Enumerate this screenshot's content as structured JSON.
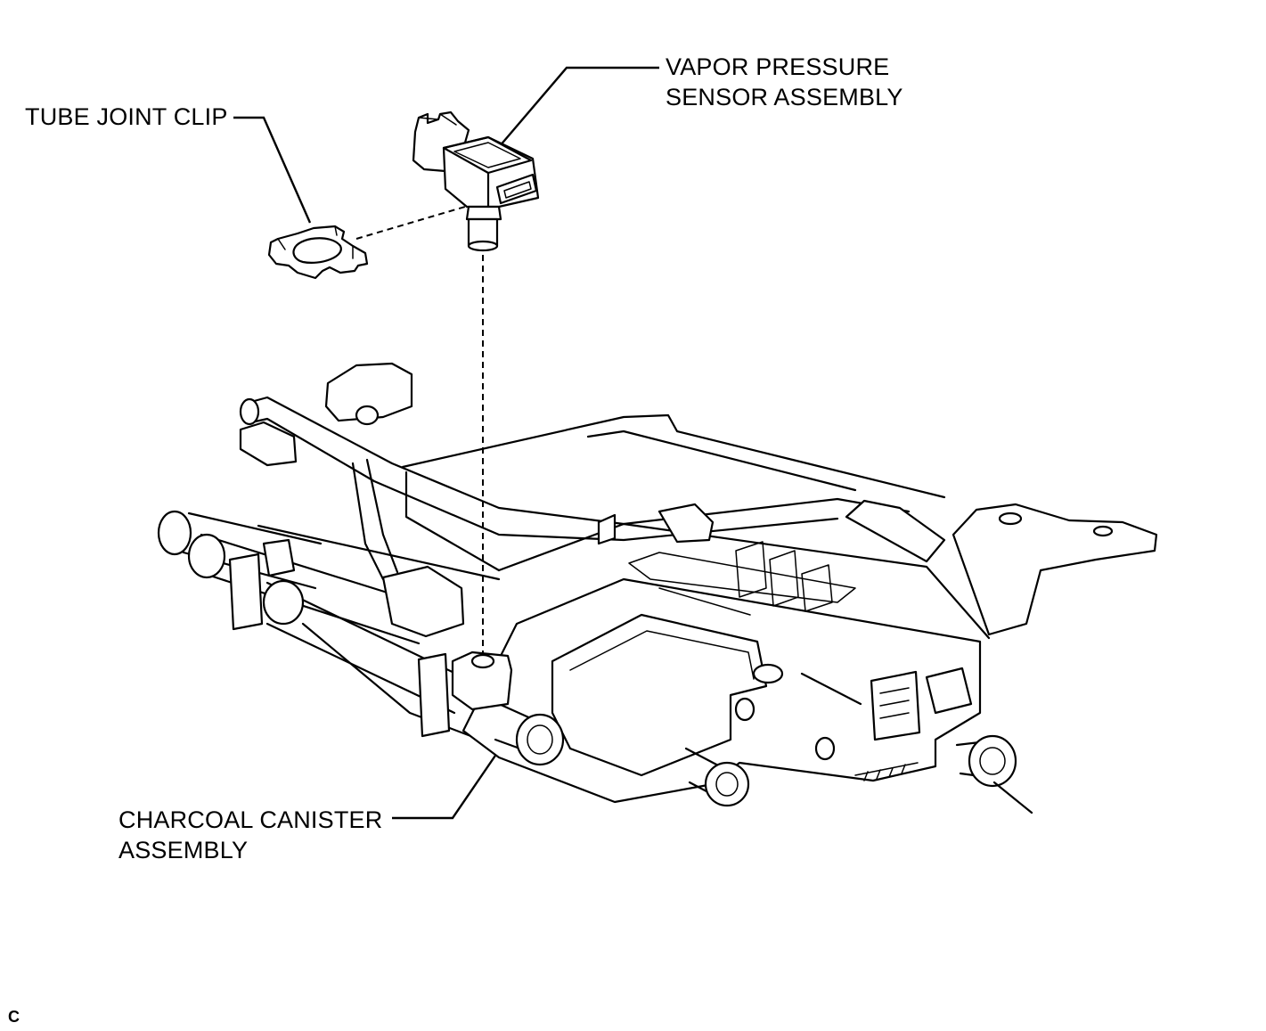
{
  "labels": {
    "vapor_sensor_line1": "VAPOR PRESSURE",
    "vapor_sensor_line2": "SENSOR ASSEMBLY",
    "tube_joint_clip": "TUBE JOINT CLIP",
    "charcoal_canister_line1": "CHARCOAL CANISTER",
    "charcoal_canister_line2": "ASSEMBLY"
  },
  "figure_code": "C"
}
